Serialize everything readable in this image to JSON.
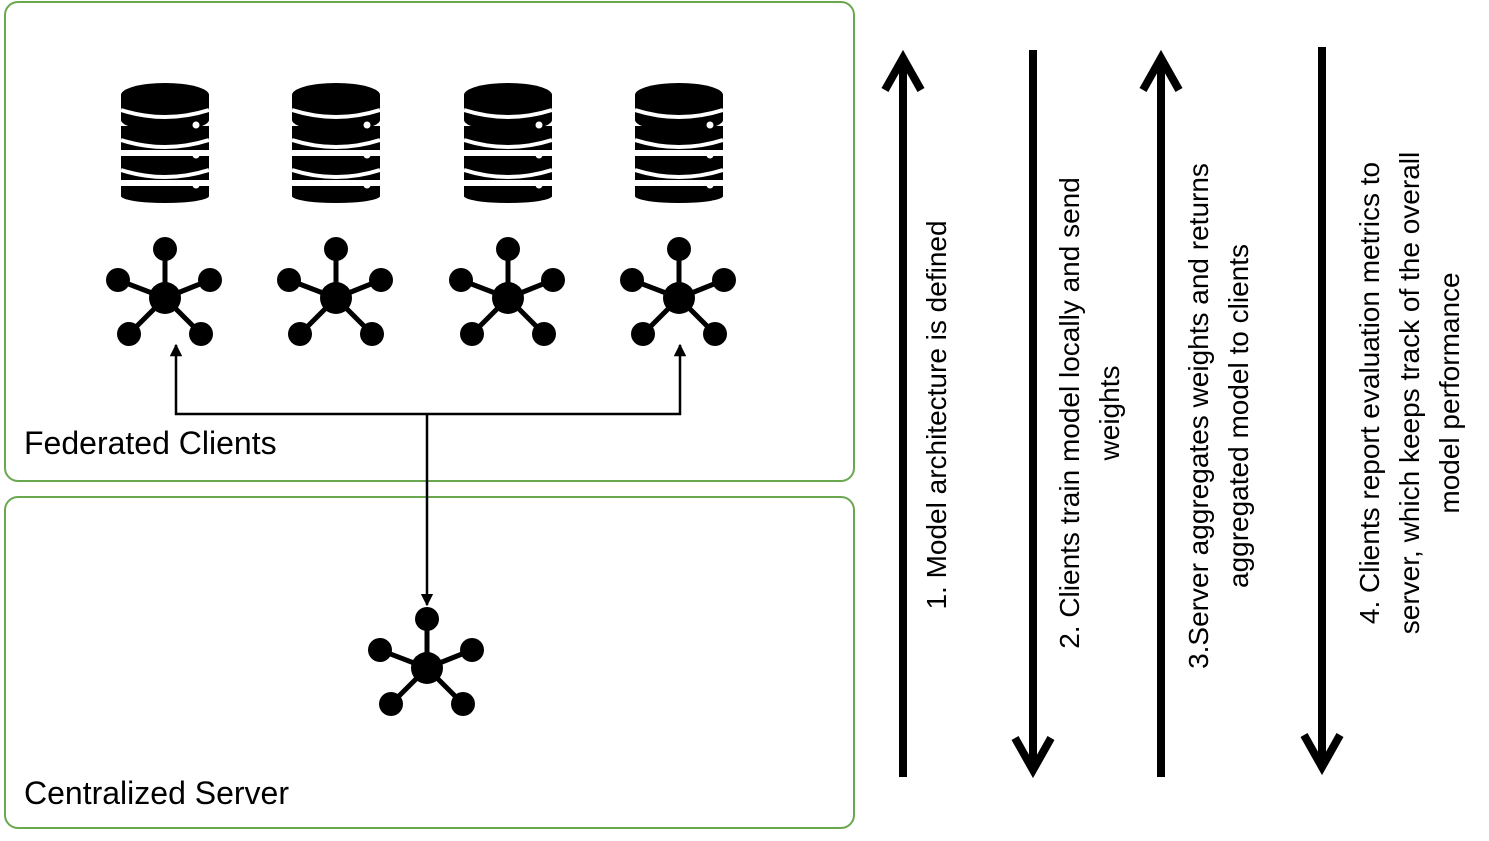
{
  "panels": {
    "clients_label": "Federated Clients",
    "server_label": "Centralized Server"
  },
  "icons": {
    "database": "database-icon",
    "network": "network-hub-icon"
  },
  "colors": {
    "panel_border": "#6aa84f",
    "ink": "#000000"
  },
  "steps": [
    {
      "lines": [
        "1. Model architecture is defined"
      ],
      "direction": "up"
    },
    {
      "lines": [
        "2. Clients train model locally and send",
        "weights"
      ],
      "direction": "down"
    },
    {
      "lines": [
        "3.Server aggregates weights and returns",
        "aggregated model to clients"
      ],
      "direction": "up"
    },
    {
      "lines": [
        "4. Clients report evaluation metrics to",
        "server, which keeps track of the overall",
        "model performance"
      ],
      "direction": "down"
    }
  ]
}
